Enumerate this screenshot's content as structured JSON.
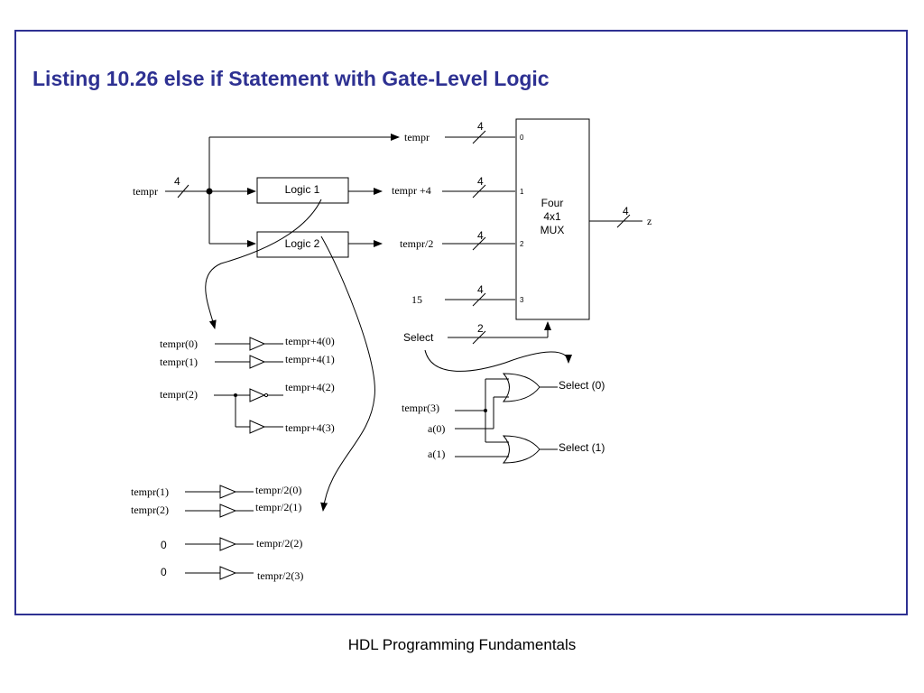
{
  "slide": {
    "title": "Listing 10.26 else if Statement with Gate-Level Logic",
    "footer": "HDL Programming Fundamentals"
  },
  "diagram": {
    "input_label": "tempr",
    "input_width": "4",
    "logic1_label": "Logic  1",
    "logic2_label": "Logic  2",
    "mux": {
      "line1": "Four",
      "line2": "4x1",
      "line3": "MUX",
      "port_labels": [
        "0",
        "1",
        "2",
        "3"
      ],
      "output_width": "4",
      "output_label": "z"
    },
    "mux_inputs": [
      {
        "label": "tempr",
        "width": "4"
      },
      {
        "label": "tempr +4",
        "width": "4"
      },
      {
        "label": "tempr/2",
        "width": "4"
      },
      {
        "label": "15",
        "width": "4"
      }
    ],
    "select": {
      "label": "Select",
      "width": "2"
    },
    "plus4": [
      {
        "in": "tempr(0)",
        "out": "tempr+4(0)"
      },
      {
        "in": "tempr(1)",
        "out": "tempr+4(1)"
      },
      {
        "in": "tempr(2)",
        "out": "tempr+4(2)"
      },
      {
        "out": "tempr+4(3)"
      }
    ],
    "div2": [
      {
        "in": "tempr(1)",
        "out": "tempr/2(0)"
      },
      {
        "in": "tempr(2)",
        "out": "tempr/2(1)"
      },
      {
        "in": "0",
        "out": "tempr/2(2)"
      },
      {
        "in": "0",
        "out": "tempr/2(3)"
      }
    ],
    "select_logic": {
      "inputs": [
        "tempr(3)",
        "a(0)",
        "a(1)"
      ],
      "outputs": [
        "Select (0)",
        "Select (1)"
      ]
    }
  }
}
